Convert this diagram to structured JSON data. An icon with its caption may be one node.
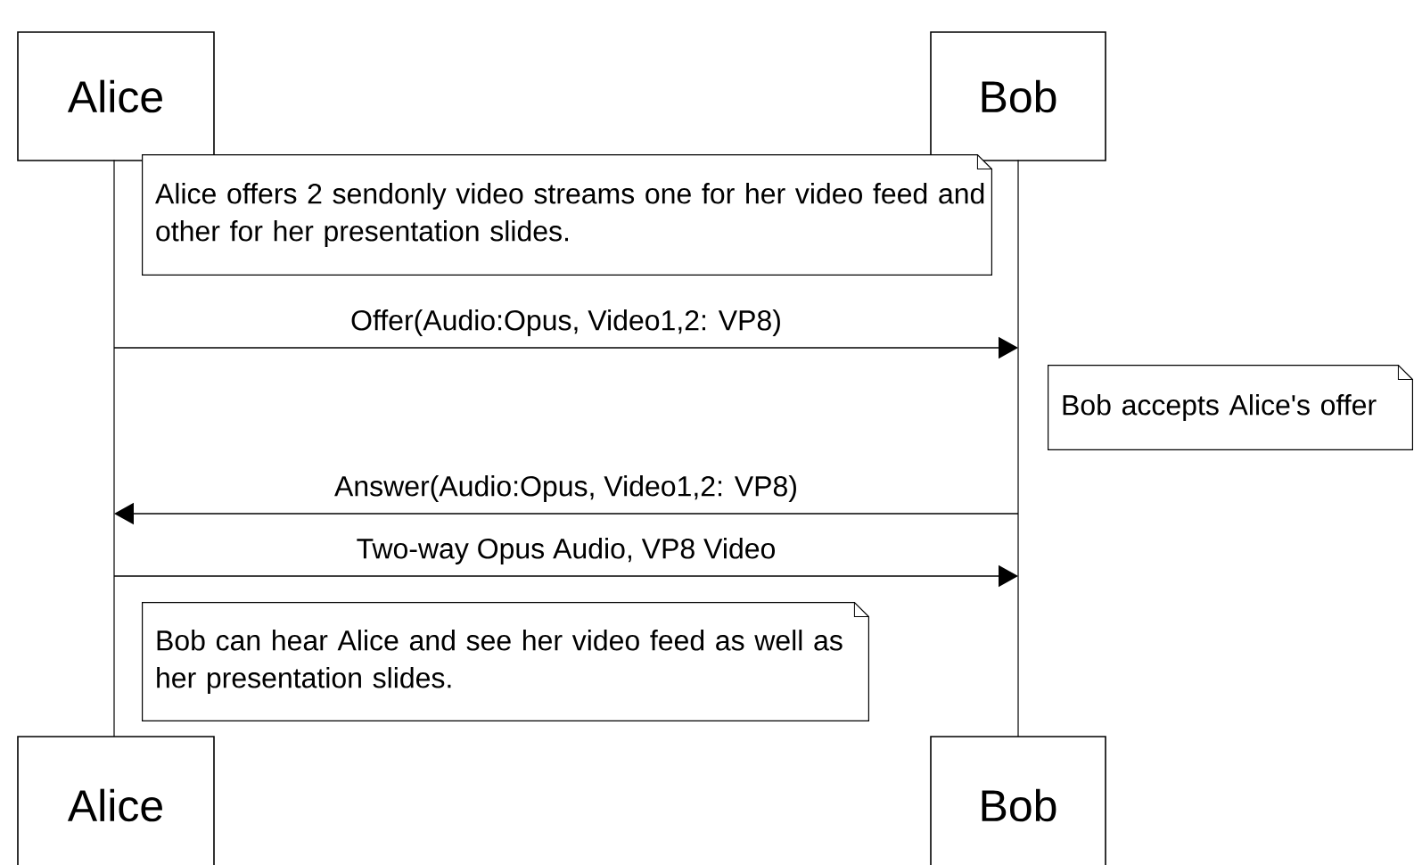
{
  "diagram": {
    "nodes": [
      {
        "text": [
          "Alice"
        ]
      },
      {
        "text": [
          "Bob"
        ]
      },
      {
        "text": [],
        "shape": "line"
      },
      {
        "text": [],
        "shape": "line"
      },
      {
        "text": [
          "Alice offers 2 sendonly video streams one for her video feed and other for her presentation slides."
        ]
      },
      {
        "text": [
          "Bob accepts Alice's offer"
        ]
      },
      {
        "text": [
          "Bob can hear Alice and see her video feed as well as her presentation slides."
        ]
      },
      {
        "text": [
          "Alice"
        ]
      },
      {
        "text": [
          "Bob"
        ]
      }
    ],
    "edges": [
      {
        "from": 2,
        "to": 3,
        "arrow": "to",
        "label": "Offer(Audio:Opus, Video1,2: VP8)"
      },
      {
        "from": 3,
        "to": 2,
        "arrow": "to",
        "label": "Answer(Audio:Opus, Video1,2: VP8)"
      },
      {
        "from": 2,
        "to": 3,
        "arrow": "to",
        "label": "Two-way Opus Audio, VP8 Video"
      }
    ]
  }
}
